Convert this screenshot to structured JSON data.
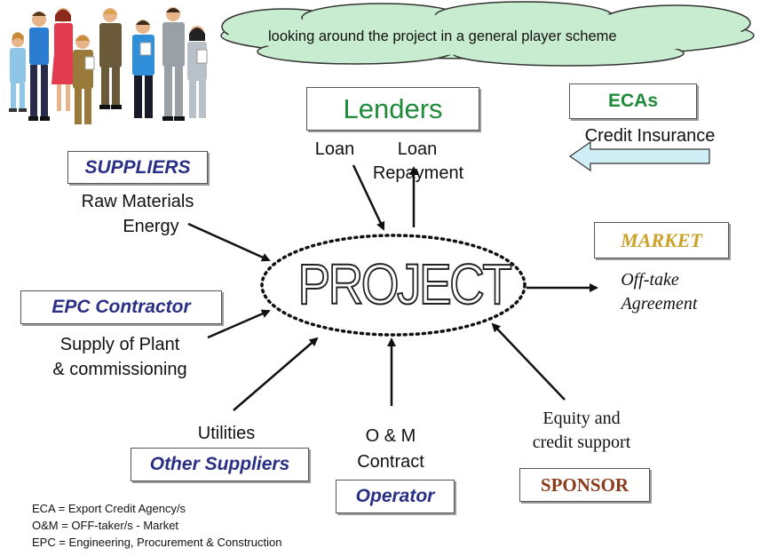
{
  "cloud_text": "looking around the project in a general player scheme",
  "center_label": "PROJECT",
  "lenders": {
    "title": "Lenders",
    "loan": "Loan",
    "repayment_line1": "Loan",
    "repayment_line2": "Repayment"
  },
  "ecas": {
    "title": "ECAs",
    "caption": "Credit Insurance"
  },
  "suppliers": {
    "title": "SUPPLIERS",
    "line1": "Raw Materials",
    "line2": "Energy"
  },
  "market": {
    "title": "MARKET",
    "line1": "Off-take",
    "line2": "Agreement"
  },
  "epc": {
    "title": "EPC Contractor",
    "line1": "Supply of Plant",
    "line2": "& commissioning"
  },
  "other_suppliers": {
    "title": "Other Suppliers",
    "caption": "Utilities"
  },
  "operator": {
    "title": "Operator",
    "line1": "O & M",
    "line2": "Contract"
  },
  "sponsor": {
    "title": "SPONSOR",
    "line1": "Equity and",
    "line2": "credit support"
  },
  "legend": [
    "ECA = Export Credit Agency/s",
    "O&M = OFF-taker/s - Market",
    "EPC = Engineering, Procurement & Construction"
  ],
  "colors": {
    "navy": "#2a2f86",
    "green": "#1e8a3a",
    "gold": "#c9a227",
    "sponsor": "#8b3a1a",
    "cloud": "#c8ecd0",
    "arrow_fill": "#cfeef5"
  }
}
